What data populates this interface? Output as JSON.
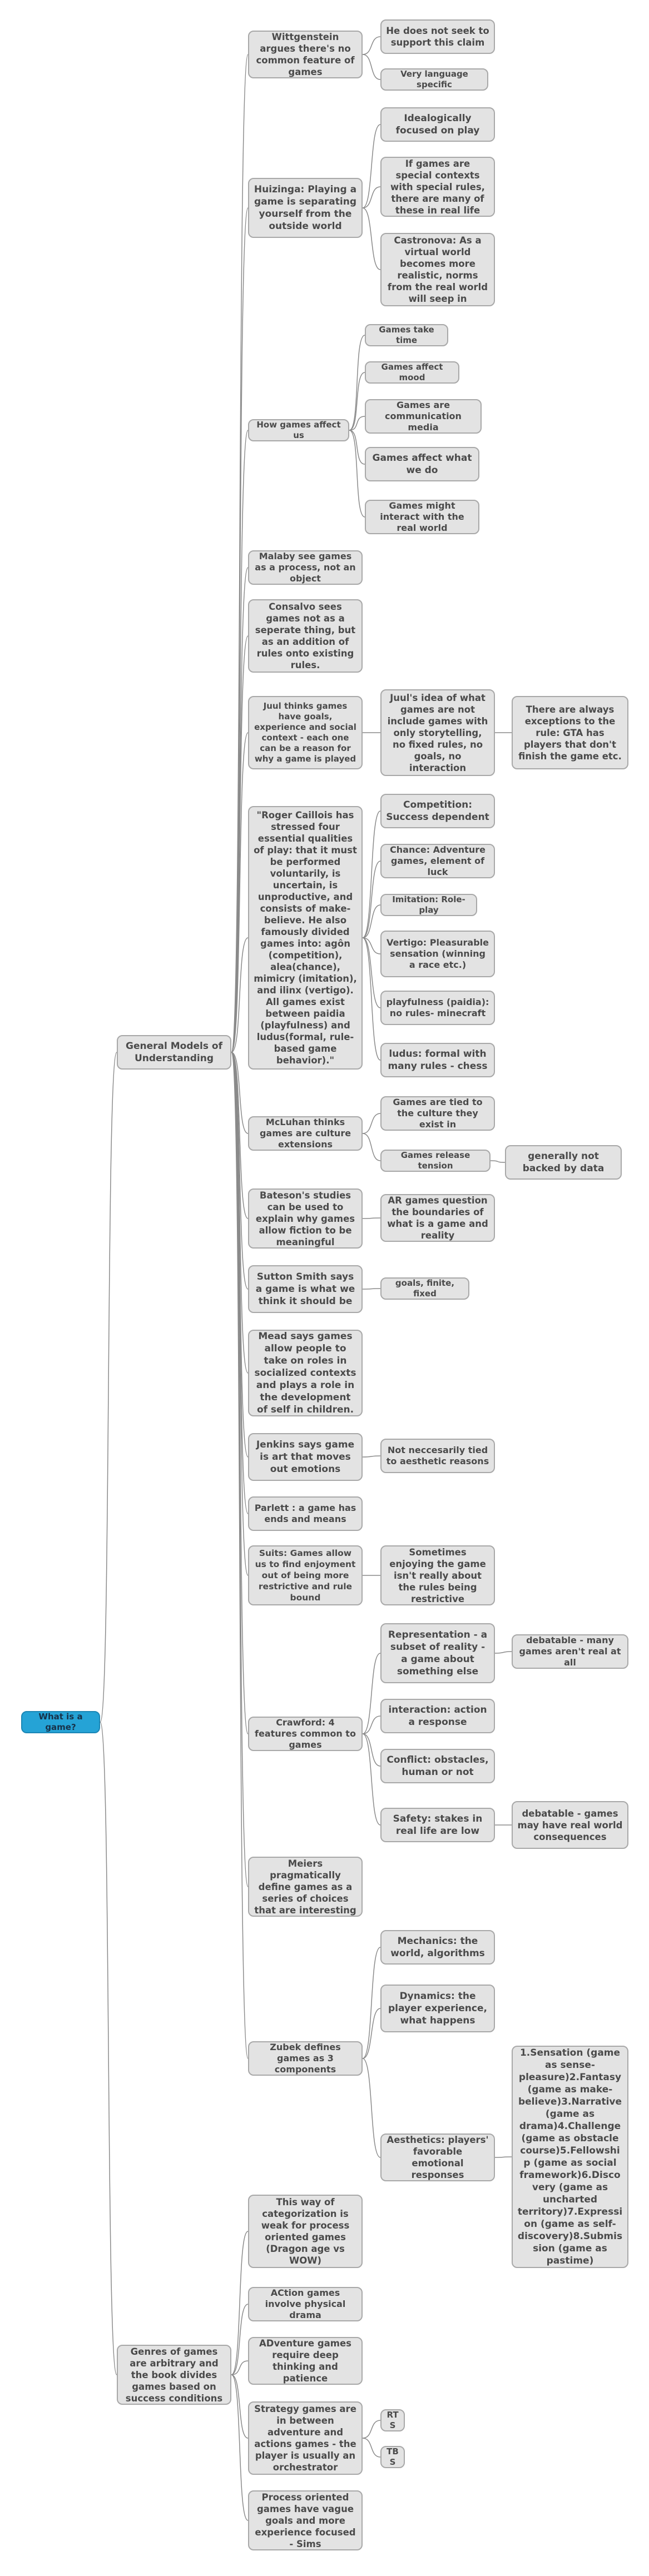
{
  "colors": {
    "root_fill": "#25a3d6",
    "node_fill": "#e3e3e3",
    "node_border": "#a8a8a8",
    "edge": "#8a8a8a",
    "text": "#4a4a4a"
  },
  "nodes": {
    "root": "What is a game?",
    "general": "General Models of Understanding",
    "genres": "Genres of games are arbitrary and the book divides games based on success conditions",
    "wittgenstein": "Wittgenstein argues there's no common feature of games",
    "w1": "He does not seek to support this claim",
    "w2": "Very language specific",
    "huizinga": "Huizinga: Playing a game is separating yourself from the outside world",
    "h1": "Idealogically focused on play",
    "h2": "If games are special contexts with special rules, there are many of these in real life",
    "h3": "Castronova: As a virtual world becomes more realistic, norms from the real world will seep in",
    "howgames": "How games affect us",
    "g1": "Games take time",
    "g2": "Games affect mood",
    "g3": "Games are communication media",
    "g4": "Games affect what we do",
    "g5": "Games might interact with the real world",
    "malaby": "Malaby see games as a process, not an object",
    "consalvo": "Consalvo sees games not as a seperate thing, but as an addition of rules onto existing rules.",
    "juul": "Juul thinks games have goals, experience and social context - each one can be a reason for why a game is played",
    "j1": "Juul's idea of what games are not include games with only storytelling, no fixed rules, no goals, no interaction",
    "j2": "There are always exceptions to the rule: GTA has players that don't finish the game etc.",
    "caillois": "\"Roger Caillois has stressed four essential qualities of play: that it must be performed voluntarily, is uncertain, is unproductive, and consists of make-believe. He also famously divided games into: agôn (competition), alea(chance), mimicry (imitation), and ilinx (vertigo). All games exist between paidia (playfulness) and ludus(formal, rule-based game behavior).\"",
    "c1": "Competition: Success dependent",
    "c2": "Chance: Adventure games, element of luck",
    "c3": "Imitation: Role-play",
    "c4": "Vertigo: Pleasurable sensation (winning a race etc.)",
    "c5": "playfulness (paidia): no rules- minecraft",
    "c6": "ludus: formal with many rules - chess",
    "mcluhan": "McLuhan thinks games are culture extensions",
    "m1": "Games are tied to the culture they exist in",
    "m2": "Games release tension",
    "m3": "generally not backed by data",
    "bateson": "Bateson's studies can be used to explain why games allow fiction to be meaningful",
    "b1": "AR games question the boundaries of what is a game and reality",
    "sutton": "Sutton Smith says a game is what we think it should be",
    "s1": "goals, finite, fixed",
    "mead": "Mead says games allow people to take on roles in socialized contexts and plays a role in the development of self in children.",
    "jenkins": "Jenkins says game is art that moves out emotions",
    "je1": "Not neccesarily tied to aesthetic reasons",
    "parlett": "Parlett : a game has ends and means",
    "suits": "Suits: Games allow us to find enjoyment out of being more restrictive and rule bound",
    "su1": "Sometimes enjoying the game isn't really about the rules being restrictive",
    "crawford": "Crawford: 4 features common to games",
    "cr1": "Representation - a subset of reality - a game about something else",
    "cr1a": "debatable - many games aren't real at all",
    "cr2": "interaction: action a response",
    "cr3": "Conflict: obstacles, human or not",
    "cr4": "Safety: stakes in real life are low",
    "cr4a": "debatable - games may have real world consequences",
    "meiers": "Meiers pragmatically define games as a series of choices that are interesting",
    "zubek": "Zubek defines games as 3 components",
    "z1": "Mechanics: the world, algorithms",
    "z2": "Dynamics: the player experience, what happens",
    "z3": "Aesthetics: players' favorable emotional responses",
    "z3a": "1.Sensation (game as sense-pleasure)2.Fantasy (game as make-believe)3.Narrative (game as drama)4.Challenge (game as obstacle course)5.Fellowship (game as social framework)6.Discovery (game as uncharted territory)7.Expression (game as self-discovery)8.Submission (game as pastime)",
    "gn1": "This way of categorization is weak for process oriented games (Dragon age vs WOW)",
    "gn2": "ACtion games involve physical drama",
    "gn3": "ADventure games require deep thinking and patience",
    "gn4": "Strategy games are in between adventure and actions games - the player is usually an orchestrator",
    "gn4a": "RTS",
    "gn4b": "TBS",
    "gn5": "Process oriented games have vague goals and more experience focused - Sims"
  }
}
